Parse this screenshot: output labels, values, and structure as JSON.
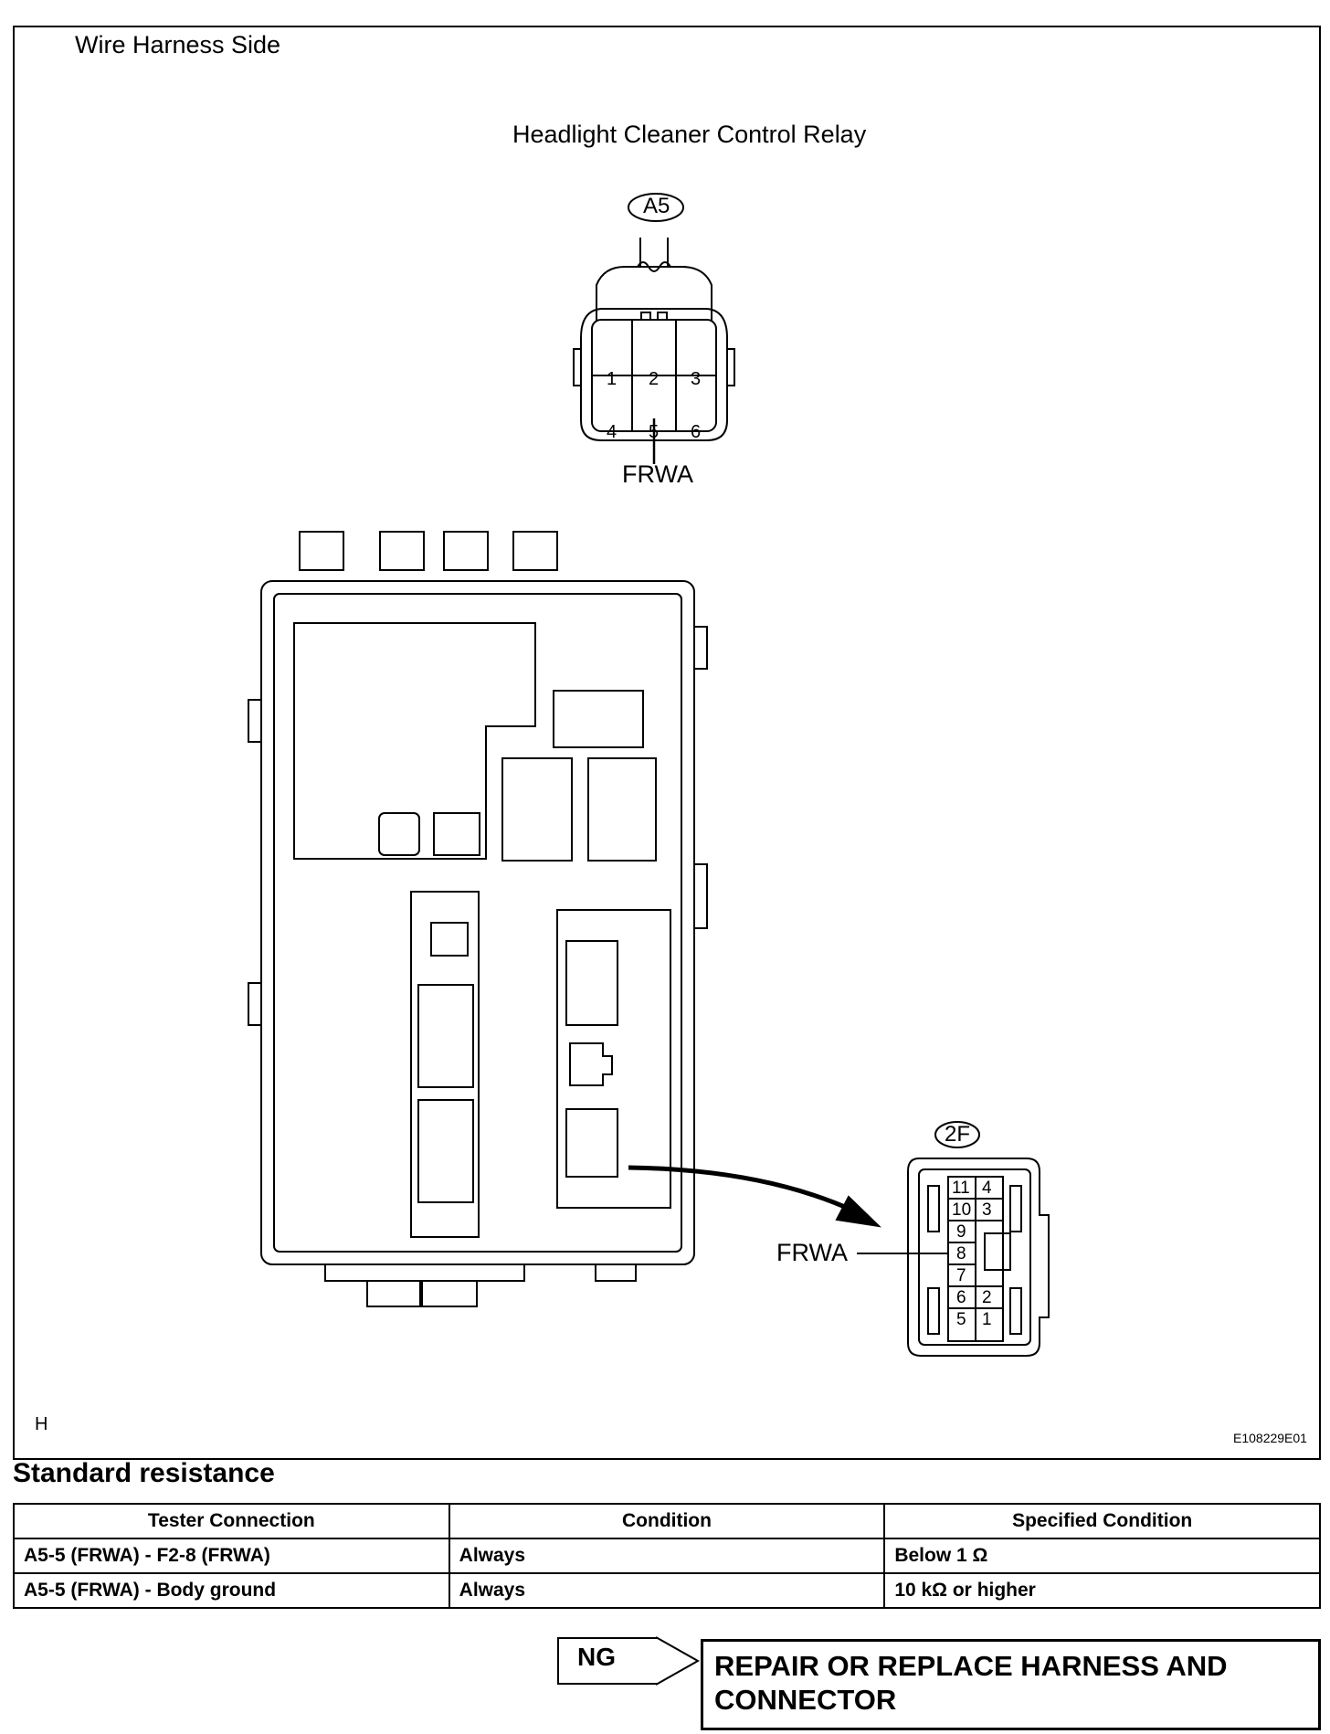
{
  "figure": {
    "side_label": "Wire Harness Side",
    "component_title": "Headlight Cleaner Control Relay",
    "connector_a5": {
      "id": "A5",
      "pins": [
        "1",
        "2",
        "3",
        "4",
        "5",
        "6"
      ],
      "signal": "FRWA"
    },
    "connector_2f": {
      "id": "2F",
      "pins_left": [
        "11",
        "10",
        "9",
        "8",
        "7",
        "6",
        "5"
      ],
      "pins_right": [
        "4",
        "3",
        "2",
        "1"
      ],
      "signal": "FRWA"
    },
    "corner_letter": "H",
    "figure_code": "E108229E01"
  },
  "standard_resistance": {
    "title": "Standard resistance",
    "headers": [
      "Tester Connection",
      "Condition",
      "Specified Condition"
    ],
    "rows": [
      [
        "A5-5 (FRWA) - F2-8 (FRWA)",
        "Always",
        "Below 1 Ω"
      ],
      [
        "A5-5 (FRWA) - Body ground",
        "Always",
        "10 kΩ or higher"
      ]
    ]
  },
  "result": {
    "ng_label": "NG",
    "action": "REPAIR OR REPLACE HARNESS AND CONNECTOR"
  }
}
